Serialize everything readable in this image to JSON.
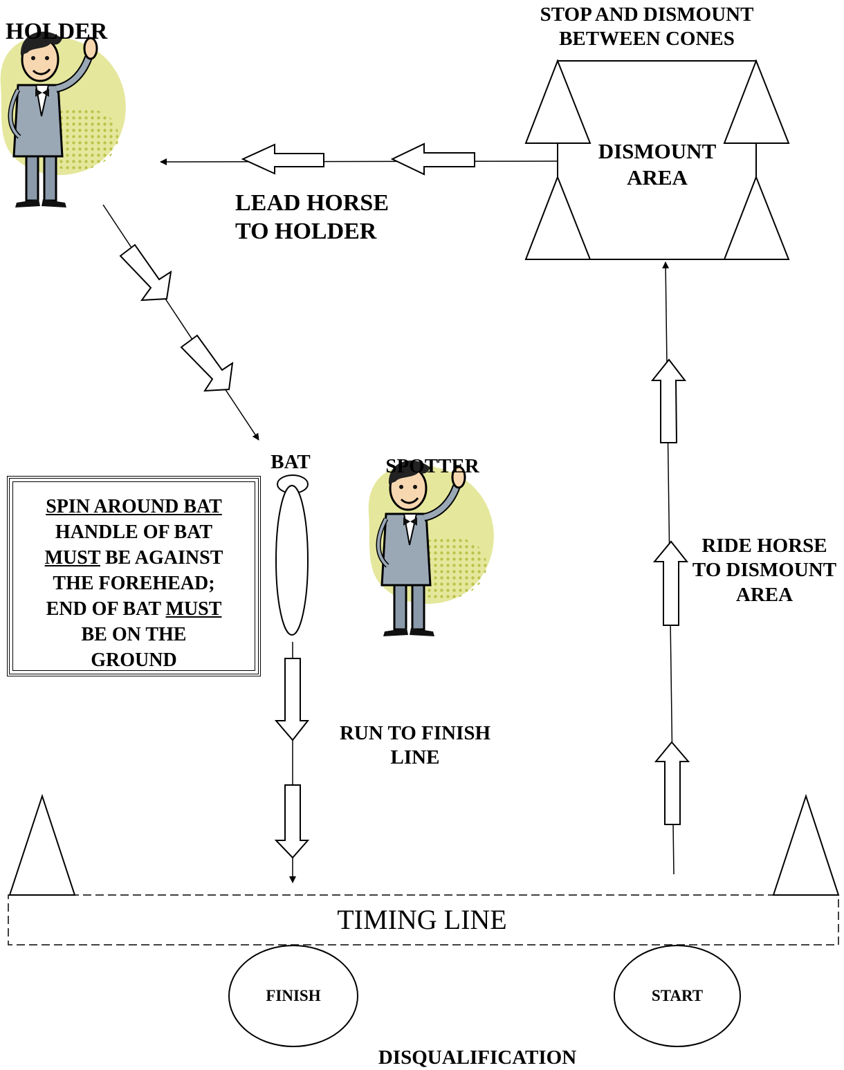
{
  "labels": {
    "holder": "HOLDER",
    "stop_dismount": "STOP AND DISMOUNT BETWEEN CONES",
    "dismount_area": "DISMOUNT AREA",
    "lead_horse": "LEAD HORSE TO HOLDER",
    "bat": "BAT",
    "spotter": "SPOTTER",
    "ride_horse": "RIDE HORSE TO DISMOUNT AREA",
    "run_finish": "RUN TO FINISH LINE",
    "timing_line": "TIMING LINE",
    "finish": "FINISH",
    "start": "START",
    "disqualification": "DISQUALIFICATION"
  },
  "instructions": {
    "line1_u": "SPIN AROUND BAT",
    "line2": "HANDLE OF BAT",
    "line3_u": "MUST",
    "line3_rest": " BE AGAINST",
    "line4": "THE FOREHEAD;",
    "line5_pre": "END OF BAT ",
    "line5_u": "MUST",
    "line6": "BE ON THE",
    "line7": "GROUND"
  },
  "icons": {
    "holder": "waving-man-icon",
    "spotter": "waving-man-icon"
  }
}
